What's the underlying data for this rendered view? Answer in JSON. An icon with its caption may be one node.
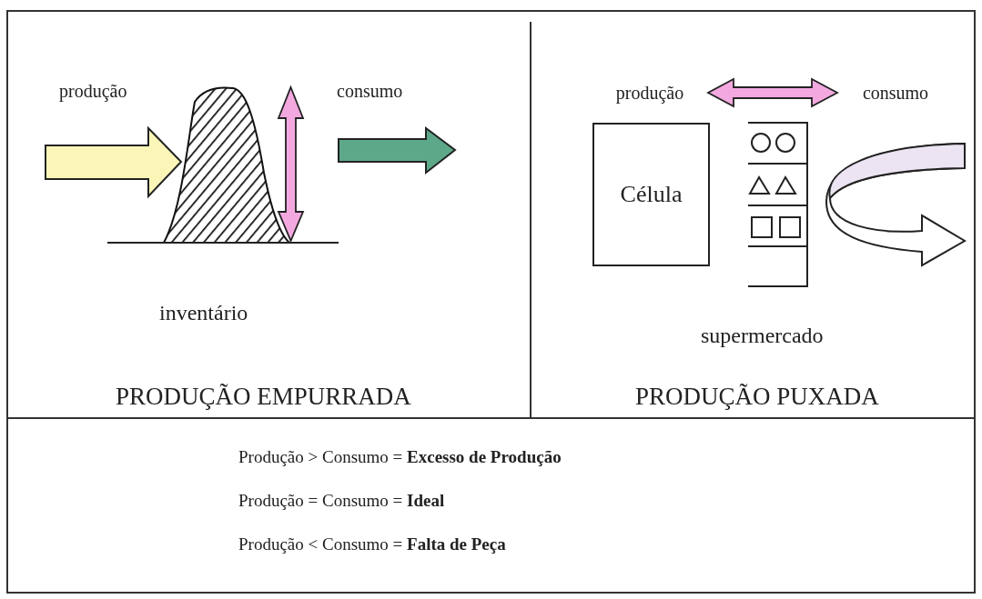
{
  "diagram": {
    "nodes": [
      {
        "text": [
          "produção"
        ]
      },
      {
        "text": [
          "consumo"
        ]
      },
      {
        "text": [
          "Célula"
        ]
      }
    ],
    "edges": [
      {
        "from": 0,
        "to": 1,
        "arrow": "both"
      }
    ],
    "labels": [
      "produção",
      "consumo",
      "inventário",
      "PRODUÇÃO EMPURRADA",
      "supermercado",
      "PRODUÇÃO PUXADA",
      "Produção > Consumo = **Excesso de Produção**",
      "Produção = Consumo = **Ideal**",
      "Produção < Consumo = **Falta de Peça**"
    ]
  }
}
